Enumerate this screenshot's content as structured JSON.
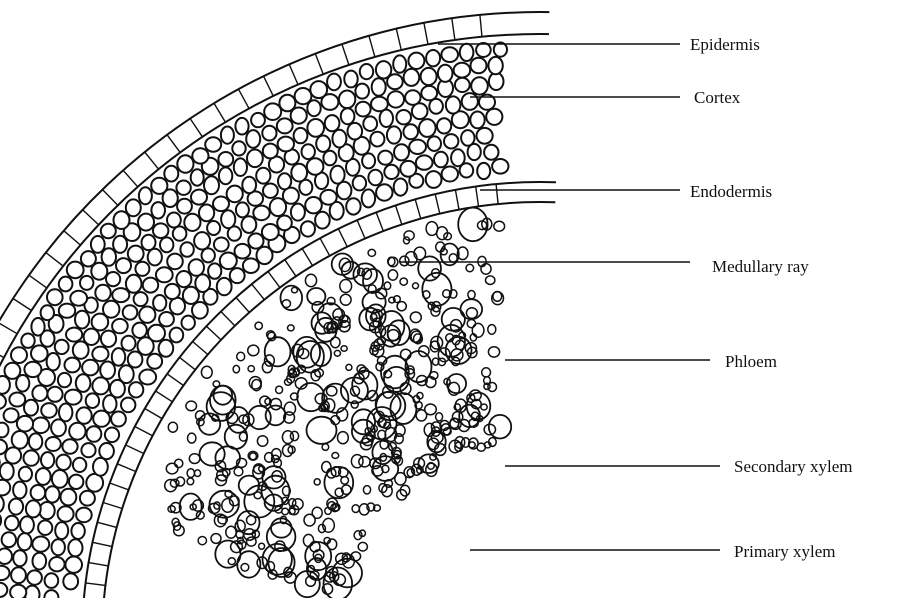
{
  "labels": {
    "epidermis": "Epidermis",
    "cortex": "Cortex",
    "endodermis": "Endodermis",
    "medullary_ray": "Medullary ray",
    "phloem": "Phloem",
    "secondary_xylem": "Secondary xylem",
    "primary_xylem": "Primary xylem"
  },
  "colors": {
    "ink": "#111111",
    "paper": "#ffffff"
  }
}
